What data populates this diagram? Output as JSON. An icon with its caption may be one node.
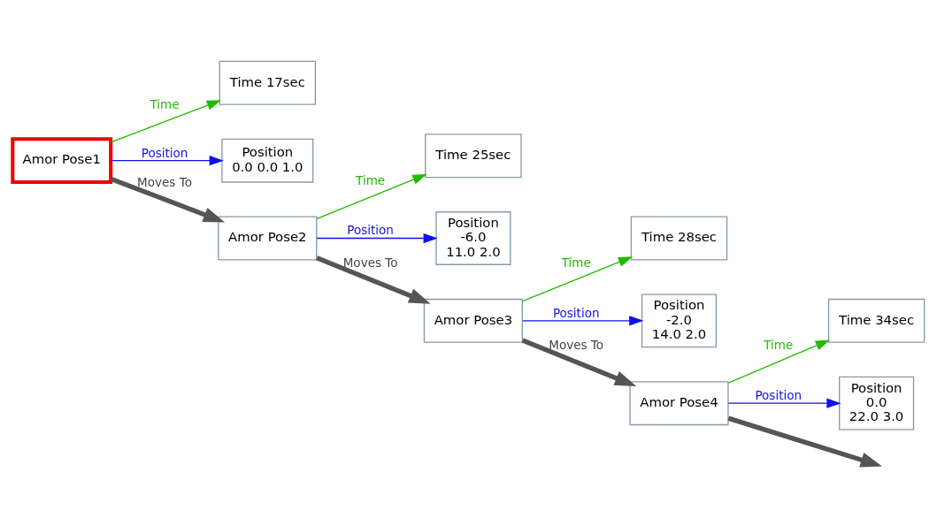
{
  "diagram": {
    "nodes": [
      {
        "text": [
          "Amor Pose1"
        ]
      },
      {
        "text": [
          "Time 17sec"
        ]
      },
      {
        "text": [
          "Position",
          "0.0 0.0 1.0"
        ]
      },
      {
        "text": [
          "Amor Pose2"
        ]
      },
      {
        "text": [
          "Time 25sec"
        ]
      },
      {
        "text": [
          "Position",
          "-6.0",
          "11.0 2.0"
        ]
      },
      {
        "text": [
          "Amor Pose3"
        ]
      },
      {
        "text": [
          "Time 28sec"
        ]
      },
      {
        "text": [
          "Position",
          "-2.0",
          "14.0 2.0"
        ]
      },
      {
        "text": [
          "Amor Pose4"
        ]
      },
      {
        "text": [
          "Time 34sec"
        ]
      },
      {
        "text": [
          "Position",
          "0.0",
          "22.0 3.0"
        ]
      }
    ],
    "edges": [
      {
        "from": 0,
        "to": 1,
        "arrow": "to",
        "label": "Time",
        "color": "#22bb00"
      },
      {
        "from": 0,
        "to": 2,
        "arrow": "to",
        "label": "Position",
        "color": "#1010ee"
      },
      {
        "from": 0,
        "to": 3,
        "arrow": "to",
        "label": "Moves To",
        "style": "thick",
        "color": "#555555"
      },
      {
        "from": 3,
        "to": 4,
        "arrow": "to",
        "label": "Time",
        "color": "#22bb00"
      },
      {
        "from": 3,
        "to": 5,
        "arrow": "to",
        "label": "Position",
        "color": "#1010ee"
      },
      {
        "from": 3,
        "to": 6,
        "arrow": "to",
        "label": "Moves To",
        "style": "thick",
        "color": "#555555"
      },
      {
        "from": 6,
        "to": 7,
        "arrow": "to",
        "label": "Time",
        "color": "#22bb00"
      },
      {
        "from": 6,
        "to": 8,
        "arrow": "to",
        "label": "Position",
        "color": "#1010ee"
      },
      {
        "from": 6,
        "to": 9,
        "arrow": "to",
        "label": "Moves To",
        "style": "thick",
        "color": "#555555"
      },
      {
        "from": 9,
        "to": 10,
        "arrow": "to",
        "label": "Time",
        "color": "#22bb00"
      },
      {
        "from": 9,
        "to": 11,
        "arrow": "to",
        "label": "Position",
        "color": "#1010ee"
      },
      {
        "from": 9,
        "to": null,
        "arrow": "to",
        "style": "thick",
        "color": "#555555"
      }
    ]
  }
}
